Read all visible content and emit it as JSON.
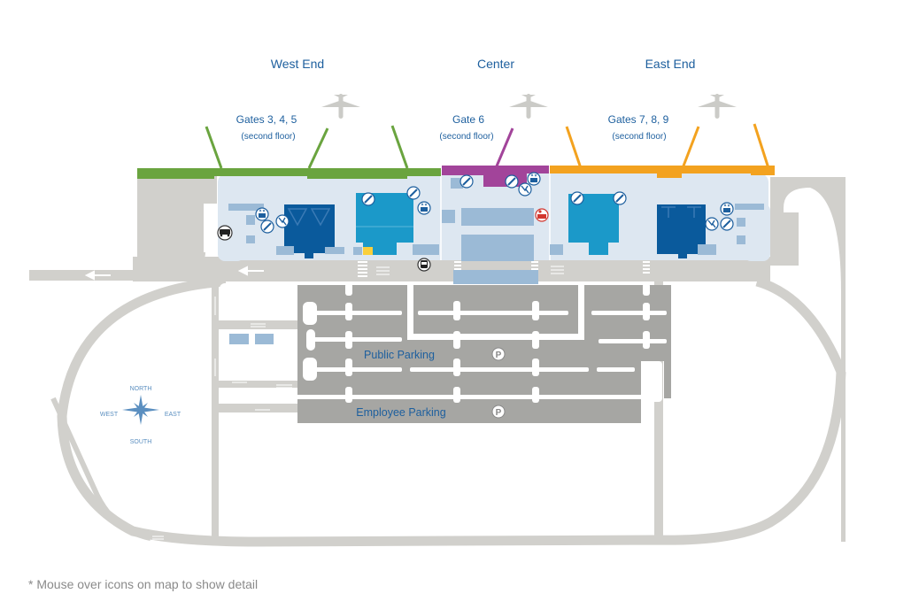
{
  "areas": [
    {
      "id": "west",
      "label": "West End",
      "gates": "Gates 3, 4, 5",
      "floor": "(second floor)",
      "color": "#6aa43f"
    },
    {
      "id": "center",
      "label": "Center",
      "gates": "Gate 6",
      "floor": "(second floor)",
      "color": "#a2449a"
    },
    {
      "id": "east",
      "label": "East End",
      "gates": "Gates 7, 8, 9",
      "floor": "(second floor)",
      "color": "#f3a21f"
    }
  ],
  "parking": {
    "public": "Public Parking",
    "employee": "Employee Parking",
    "symbol": "P"
  },
  "compass": {
    "north": "NORTH",
    "south": "SOUTH",
    "east": "EAST",
    "west": "WEST"
  },
  "icons": [
    {
      "type": "elevator-icon"
    },
    {
      "type": "escalator-icon"
    },
    {
      "type": "stairs-icon"
    },
    {
      "type": "restroom-icon"
    },
    {
      "type": "bus-icon"
    },
    {
      "type": "shuttle-icon"
    },
    {
      "type": "rental-car-icon"
    }
  ],
  "colors": {
    "terminal_floor": "#dde7f1",
    "room_light": "#9bbad6",
    "room_mid": "#1b99c9",
    "room_dark": "#0a5a9c",
    "road": "#d1d0cc",
    "parking": "#a6a6a3",
    "plane": "#cbcbc7",
    "label": "#1d5f9e",
    "yellow": "#f9cf3c",
    "red": "#d2372f"
  },
  "footnote": "* Mouse over icons on map to show detail"
}
